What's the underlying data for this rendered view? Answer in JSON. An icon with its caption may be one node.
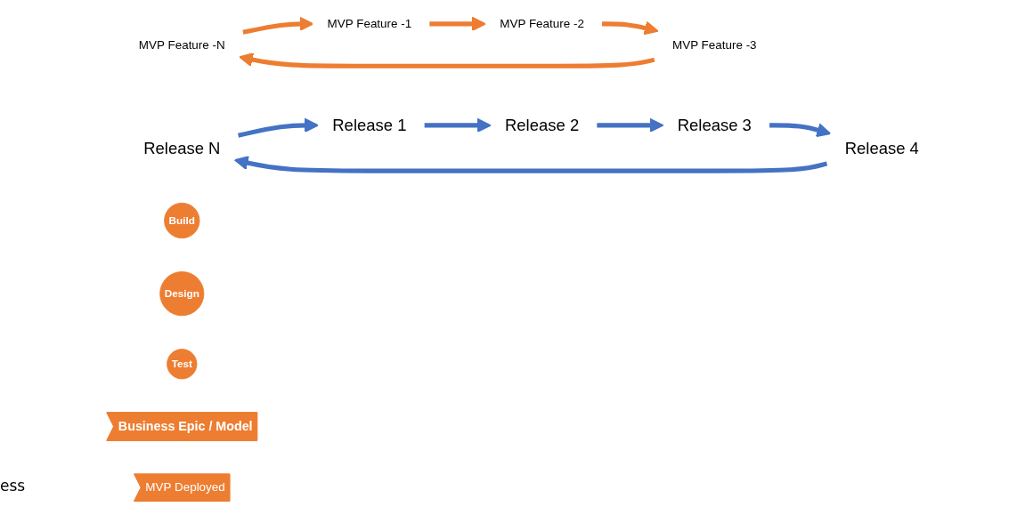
{
  "diagram": {
    "nodes": [
      {
        "text": [
          "Release N"
        ]
      },
      {
        "text": [
          "Release 1"
        ]
      },
      {
        "text": [
          "MVP Feature -N"
        ]
      },
      {
        "text": [
          "MVP Feature -1"
        ]
      },
      {
        "text": [
          "Build"
        ]
      },
      {
        "text": [
          "Design"
        ]
      },
      {
        "text": [
          "Test"
        ]
      },
      {
        "text": [
          "Business Epic / Model"
        ]
      },
      {
        "text": [
          "MVP Deployed"
        ]
      },
      {
        "text": [
          "Release 2"
        ]
      },
      {
        "text": [
          "MVP Feature -2"
        ]
      },
      {
        "text": [
          "MVP Feature -3"
        ]
      },
      {
        "text": [
          "Release 4"
        ]
      },
      {
        "text": [
          "Release 3"
        ]
      }
    ],
    "edges": [
      {
        "from": 0,
        "to": 1,
        "arrow": "to"
      },
      {
        "from": 1,
        "to": 9,
        "arrow": "to"
      },
      {
        "from": 9,
        "to": 13,
        "arrow": "to"
      },
      {
        "from": 13,
        "to": 12,
        "arrow": "to"
      },
      {
        "from": 12,
        "to": 0,
        "arrow": "to"
      },
      {
        "from": 2,
        "to": 3,
        "arrow": "to",
        "color": "#ed7d31"
      },
      {
        "from": 3,
        "to": 10,
        "arrow": "to",
        "color": "#ed7d31"
      },
      {
        "from": 10,
        "to": 11,
        "arrow": "to",
        "color": "#ed7d31"
      },
      {
        "from": 11,
        "to": 2,
        "arrow": "to",
        "color": "#ed7d31"
      }
    ],
    "labels": [
      "ess"
    ]
  }
}
